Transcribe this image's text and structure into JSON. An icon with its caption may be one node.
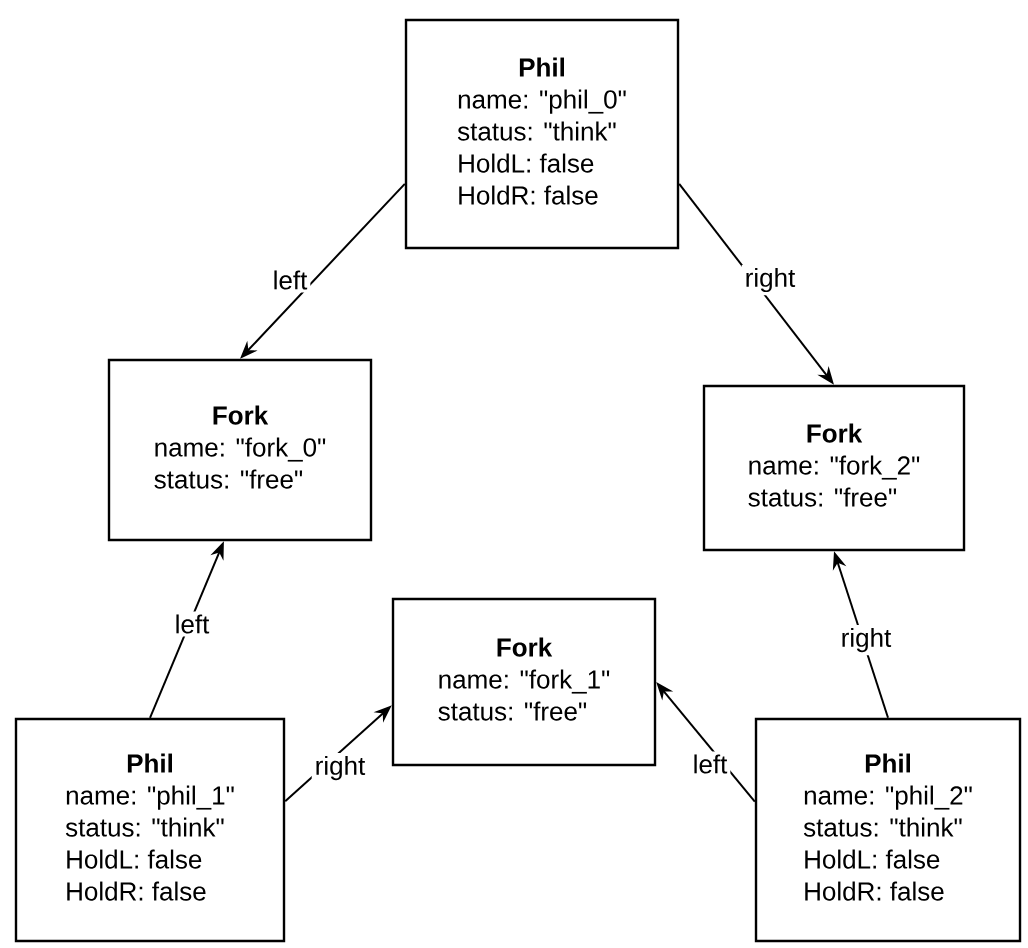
{
  "diagram": {
    "nodes": [
      {
        "text": [
          "Phil",
          "name: \"phil_0\"",
          "status: \"think\"",
          "HoldL: false",
          "HoldR: false"
        ]
      },
      {
        "text": [
          "Fork",
          "name: \"fork_0\"",
          "status: \"free\""
        ]
      },
      {
        "text": [
          "Fork",
          "name: \"fork_2\"",
          "status: \"free\""
        ]
      },
      {
        "text": [
          "Fork",
          "name: \"fork_1\"",
          "status: \"free\""
        ]
      },
      {
        "text": [
          "Phil",
          "name: \"phil_1\"",
          "status: \"think\"",
          "HoldL: false",
          "HoldR: false"
        ]
      },
      {
        "text": [
          "Phil",
          "name: \"phil_2\"",
          "status: \"think\"",
          "HoldL: false",
          "HoldR: false"
        ]
      }
    ],
    "edges": [
      {
        "from": 0,
        "to": 1,
        "arrow": "to",
        "label": "left"
      },
      {
        "from": 0,
        "to": 2,
        "arrow": "to",
        "label": "right"
      },
      {
        "from": 4,
        "to": 1,
        "arrow": "to",
        "label": "left"
      },
      {
        "from": 4,
        "to": 3,
        "arrow": "to",
        "label": "right"
      },
      {
        "from": 5,
        "to": 3,
        "arrow": "to",
        "label": "left"
      },
      {
        "from": 5,
        "to": 2,
        "arrow": "to",
        "label": "right"
      }
    ]
  }
}
